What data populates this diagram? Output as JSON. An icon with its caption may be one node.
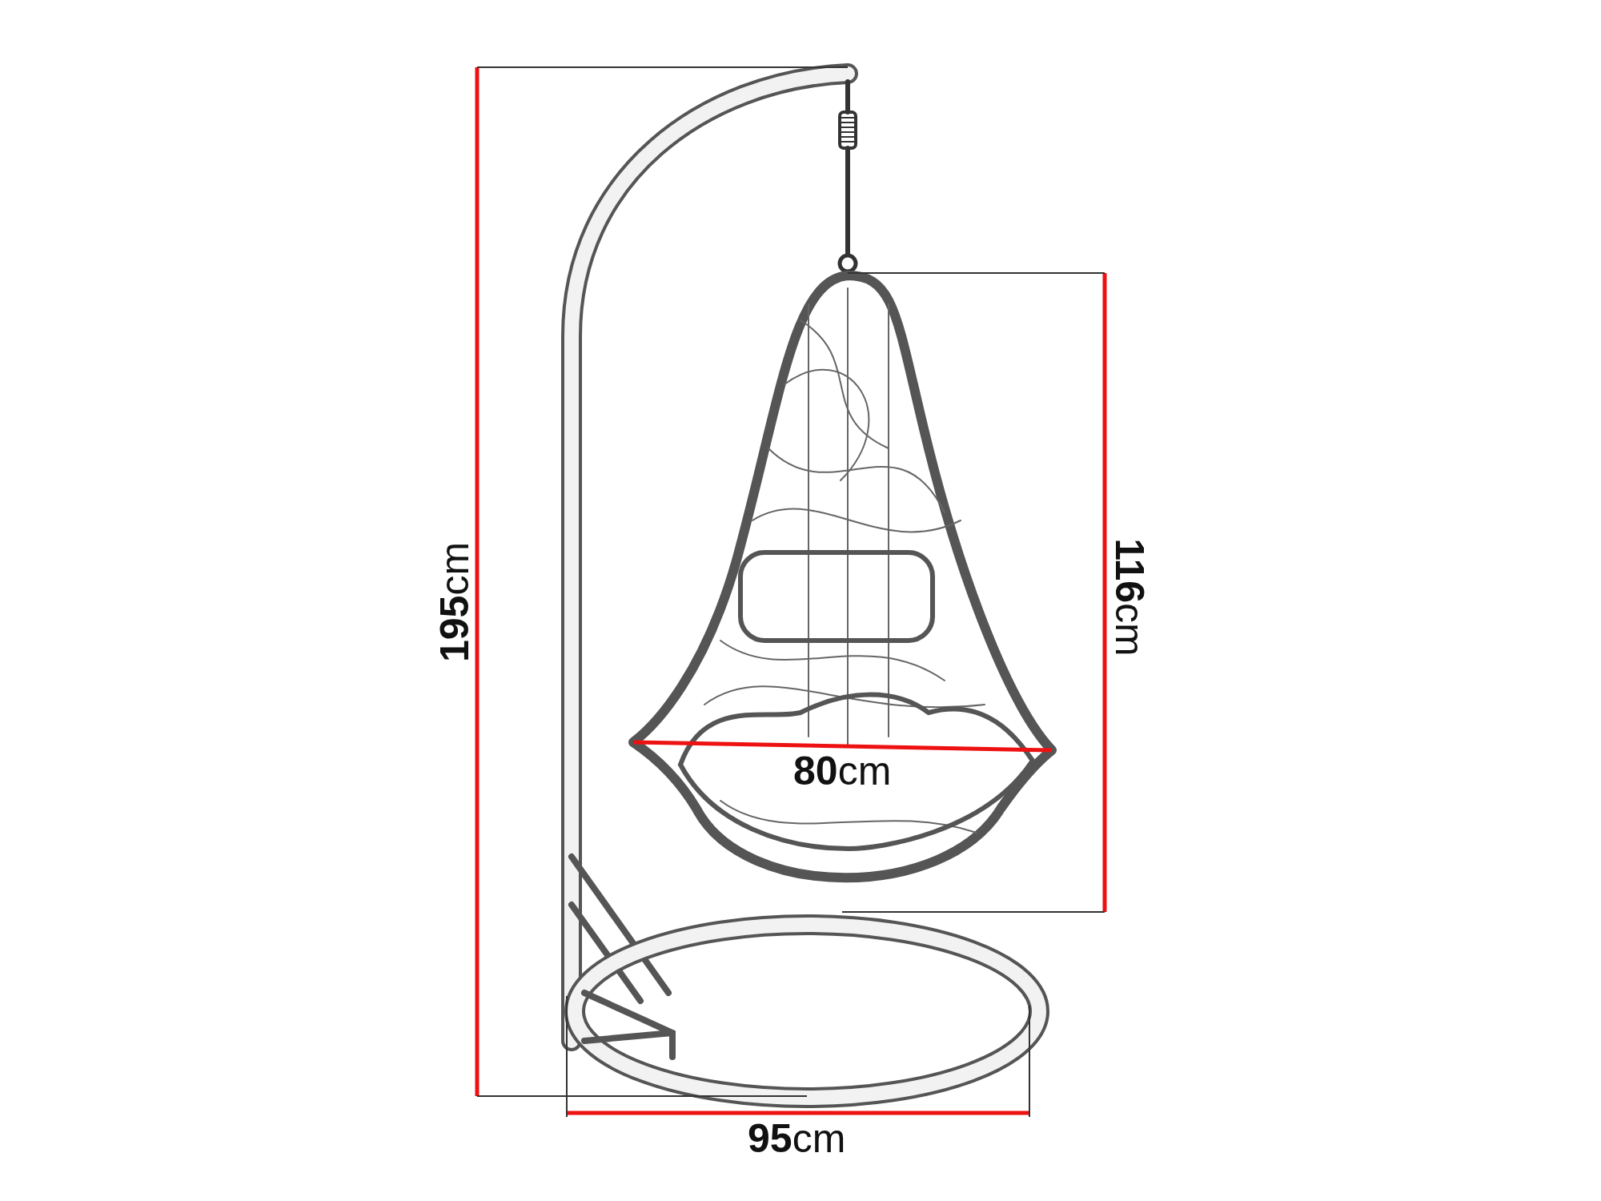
{
  "diagram": {
    "labels": [
      "**195**cm",
      "**116**cm",
      "**80**cm",
      "**95**cm"
    ]
  }
}
